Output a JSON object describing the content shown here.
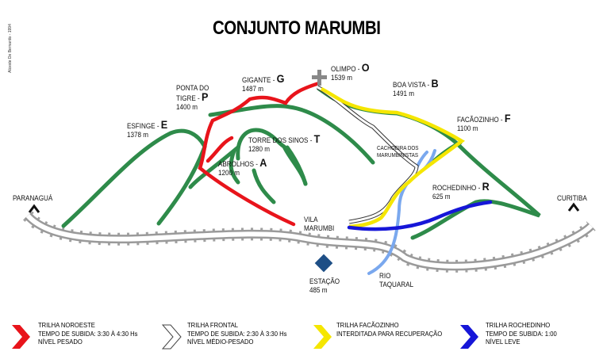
{
  "title": "CONJUNTO MARUMBI",
  "credit": "Alceste De Bernardo - 1994",
  "peaks": [
    {
      "name": "ESFINGE",
      "letter": "E",
      "alt": "1378 m"
    },
    {
      "name": "PONTA DO TIGRE",
      "letter": "P",
      "alt": "1400 m"
    },
    {
      "name": "GIGANTE",
      "letter": "G",
      "alt": "1487 m"
    },
    {
      "name": "OLIMPO",
      "letter": "O",
      "alt": "1539 m"
    },
    {
      "name": "BOA VISTA",
      "letter": "B",
      "alt": "1491 m"
    },
    {
      "name": "FACÃOZINHO",
      "letter": "F",
      "alt": "1100 m"
    },
    {
      "name": "TORRE DOS SINOS",
      "letter": "T",
      "alt": "1280 m"
    },
    {
      "name": "ABROLHOS",
      "letter": "A",
      "alt": "1200 m"
    },
    {
      "name": "ROCHEDINHO",
      "letter": "R",
      "alt": "625 m"
    }
  ],
  "places": {
    "cachoeira": "CACHOEIRA DOS MARUMBINISTAS",
    "vila": "VILA MARUMBI",
    "estacao": "ESTAÇÃO",
    "estacao_alt": "485 m",
    "rio": "RIO TAQUARAL",
    "paranagua": "PARANAGUÁ",
    "curitiba": "CURITIBA"
  },
  "legend": [
    {
      "title": "TRILHA NOROESTE",
      "line2": "TEMPO DE SUBIDA: 3:30 À 4:30 Hs",
      "line3": "NÍVEL PESADO",
      "color": "#e8141b"
    },
    {
      "title": "TRILHA FRONTAL",
      "line2": "TEMPO DE SUBIDA: 2:30 À 3:30 Hs",
      "line3": "NÍVEL MÉDIO-PESADO",
      "color": "#ffffff"
    },
    {
      "title": "TRILHA FACÃOZINHO",
      "line2": "INTERDITADA PARA RECUPERAÇÃO",
      "line3": "",
      "color": "#f5e600"
    },
    {
      "title": "TRILHA ROCHEDINHO",
      "line2": "TEMPO DE SUBIDA: 1:00",
      "line3": "NÍVEL LEVE",
      "color": "#1616d8"
    }
  ],
  "colors": {
    "ridge": "#2e8b4a",
    "river": "#7aa8ee",
    "rail": "#9a9a9a",
    "station": "#1e4f86"
  }
}
